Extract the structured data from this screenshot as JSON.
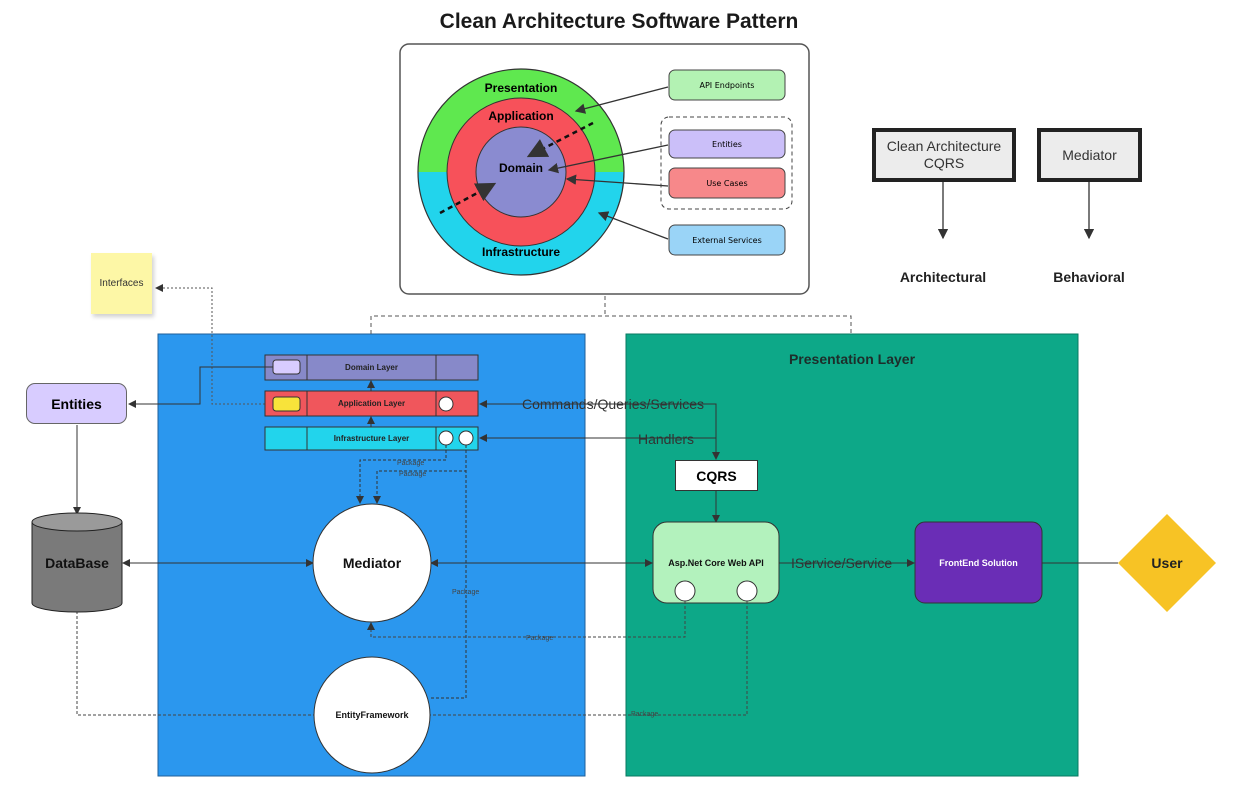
{
  "title": "Clean Architecture Software Pattern",
  "onion": {
    "presentation": "Presentation",
    "application": "Application",
    "domain": "Domain",
    "infrastructure": "Infrastructure",
    "api_endpoints": "API Endpoints",
    "entities": "Entities",
    "use_cases": "Use Cases",
    "external_services": "External Services"
  },
  "legend": {
    "cqrs_box": "Clean Architecture CQRS",
    "cqrs_result": "Architectural",
    "mediator_box": "Mediator",
    "mediator_result": "Behavioral"
  },
  "interfaces_note": "Interfaces",
  "entities_box": "Entities",
  "database": "DataBase",
  "layers": {
    "domain": "Domain Layer",
    "application": "Application Layer",
    "infrastructure": "Infrastructure Layer"
  },
  "mediator": "Mediator",
  "entity_framework": "EntityFramework",
  "presentation_layer": "Presentation Layer",
  "commands_label": "Commands/Queries/Services",
  "handlers_label": "Handlers",
  "cqrs": "CQRS",
  "web_api": "Asp.Net Core Web API",
  "iservice_label": "IService/Service",
  "frontend": "FrontEnd Solution",
  "user": "User",
  "package_label": "Package",
  "colors": {
    "left_panel": "#2b97ee",
    "right_panel": "#0da888",
    "frontend": "#6a2db6",
    "user": "#f7c325",
    "domain_layer": "#8789c9",
    "application_layer": "#f0565c",
    "infrastructure_layer": "#22d4ec"
  }
}
